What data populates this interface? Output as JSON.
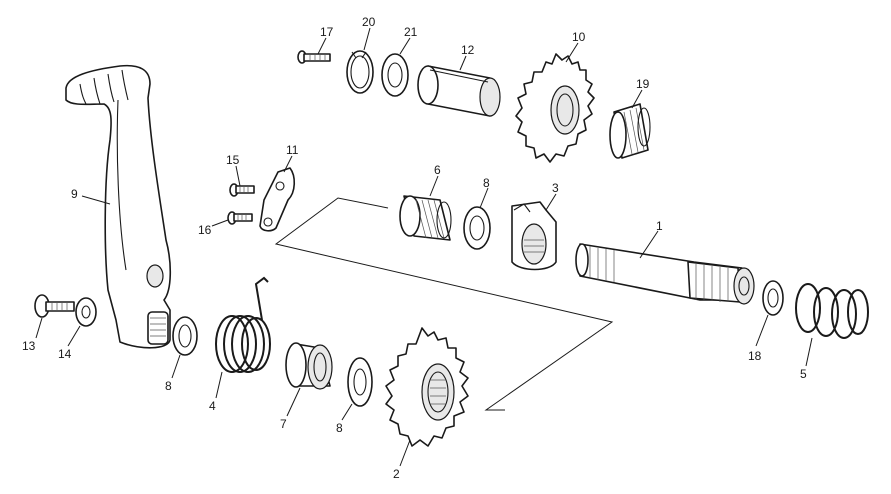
{
  "labels": {
    "p1": "1",
    "p2": "2",
    "p3": "3",
    "p4": "4",
    "p5": "5",
    "p6": "6",
    "p7": "7",
    "p8a": "8",
    "p8b": "8",
    "p8c": "8",
    "p9": "9",
    "p10": "10",
    "p11": "11",
    "p12": "12",
    "p13": "13",
    "p14": "14",
    "p15": "15",
    "p16": "16",
    "p17": "17",
    "p18": "18",
    "p19": "19",
    "p20": "20",
    "p21": "21"
  },
  "colors": {
    "line": "#1a1a1a",
    "background": "#ffffff"
  }
}
